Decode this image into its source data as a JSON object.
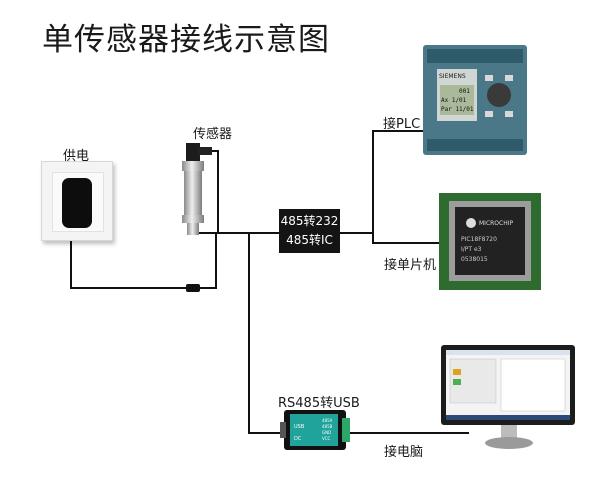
{
  "title": "单传感器接线示意图",
  "labels": {
    "power": "供电",
    "sensor": "传感器",
    "plc": "接PLC",
    "mcu": "接单片机",
    "usb_converter": "RS485转USB",
    "computer": "接电脑"
  },
  "converter": {
    "line1": "485转232",
    "line2": "485转IC"
  },
  "plc_screen": {
    "brand": "SIEMENS",
    "line1": "Ax 1/01",
    "line2": "Par 11/01",
    "counter": "001"
  },
  "chip_text": {
    "line1": "MICROCHIP",
    "line2": "PIC18F8720",
    "line3": "I/PT e3",
    "line4": "0538015"
  },
  "usb_box": {
    "line1": "USB",
    "line2": "DC",
    "pins": [
      "485A",
      "485B",
      "GND",
      "VCC"
    ]
  },
  "colors": {
    "wire": "#111111",
    "converter_bg": "#141414",
    "plc_teal": "#3f6f7e",
    "pcb_green": "#2b6a2c",
    "usb_teal": "#1fa39a"
  }
}
